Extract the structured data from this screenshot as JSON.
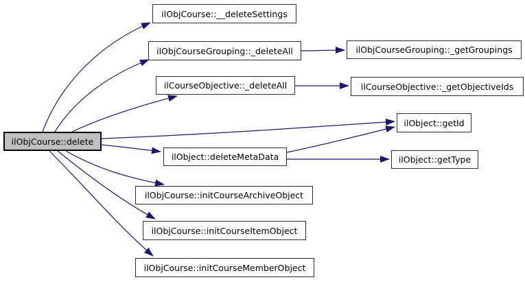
{
  "diagram": {
    "type": "call-graph",
    "background_color": "#ffffff",
    "edge_color": "#191970",
    "node_fill_color": "#ffffff",
    "node_border_color": "#2b2b2b",
    "root_node_fill_color": "#c0c0c0",
    "text_color": "#000000",
    "nodes": [
      {
        "id": "delete",
        "label": "ilObjCourse::delete",
        "role": "root"
      },
      {
        "id": "deleteSettings",
        "label": "ilObjCourse::__deleteSettings",
        "role": "callee"
      },
      {
        "id": "groupingDeleteAll",
        "label": "ilObjCourseGrouping::_deleteAll",
        "role": "callee"
      },
      {
        "id": "objectiveDeleteAll",
        "label": "ilCourseObjective::_deleteAll",
        "role": "callee"
      },
      {
        "id": "deleteMetaData",
        "label": "ilObject::deleteMetaData",
        "role": "callee"
      },
      {
        "id": "initCourseArchiveObject",
        "label": "ilObjCourse::initCourseArchiveObject",
        "role": "callee"
      },
      {
        "id": "initCourseItemObject",
        "label": "ilObjCourse::initCourseItemObject",
        "role": "callee"
      },
      {
        "id": "initCourseMemberObject",
        "label": "ilObjCourse::initCourseMemberObject",
        "role": "callee"
      },
      {
        "id": "getGroupings",
        "label": "ilObjCourseGrouping::_getGroupings",
        "role": "callee"
      },
      {
        "id": "getObjectiveIds",
        "label": "ilCourseObjective::_getObjectiveIds",
        "role": "callee"
      },
      {
        "id": "getId",
        "label": "ilObject::getId",
        "role": "callee"
      },
      {
        "id": "getType",
        "label": "ilObject::getType",
        "role": "callee"
      }
    ],
    "edges": [
      {
        "from": "delete",
        "to": "deleteSettings"
      },
      {
        "from": "delete",
        "to": "groupingDeleteAll"
      },
      {
        "from": "delete",
        "to": "objectiveDeleteAll"
      },
      {
        "from": "delete",
        "to": "getId"
      },
      {
        "from": "delete",
        "to": "deleteMetaData"
      },
      {
        "from": "delete",
        "to": "initCourseArchiveObject"
      },
      {
        "from": "delete",
        "to": "initCourseItemObject"
      },
      {
        "from": "delete",
        "to": "initCourseMemberObject"
      },
      {
        "from": "groupingDeleteAll",
        "to": "getGroupings"
      },
      {
        "from": "objectiveDeleteAll",
        "to": "getObjectiveIds"
      },
      {
        "from": "deleteMetaData",
        "to": "getId"
      },
      {
        "from": "deleteMetaData",
        "to": "getType"
      }
    ]
  }
}
